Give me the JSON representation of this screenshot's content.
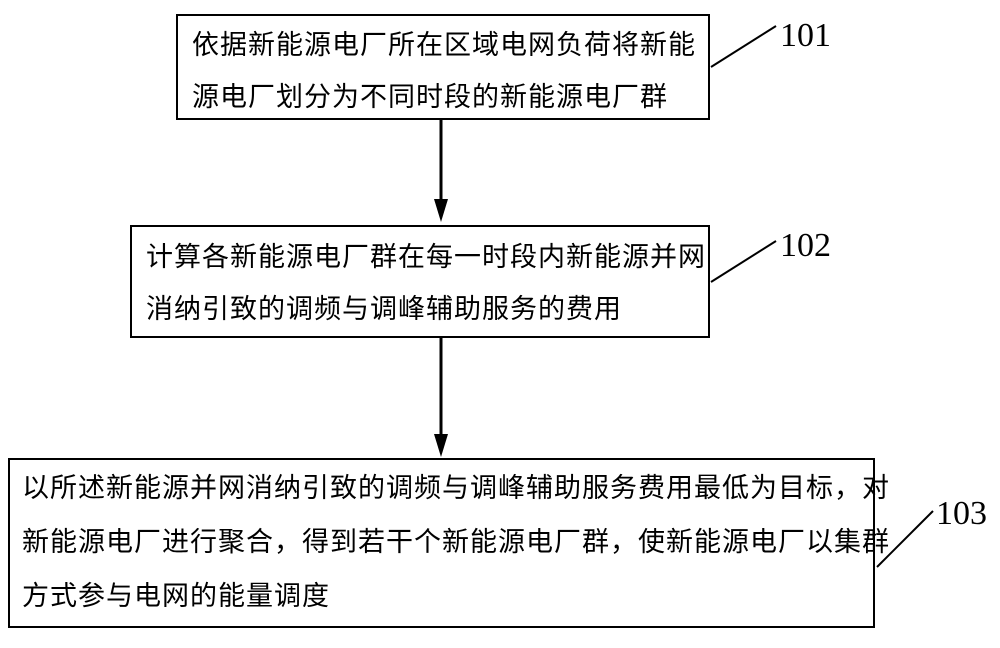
{
  "diagram": {
    "type": "flowchart",
    "background_color": "#ffffff",
    "line_color": "#000000",
    "steps": [
      {
        "id": "101",
        "lines": {
          "0": "依据新能源电厂所在区域电网负荷将新能",
          "1": "源电厂划分为不同时段的新能源电厂群"
        }
      },
      {
        "id": "102",
        "lines": {
          "0": "计算各新能源电厂群在每一时段内新能源并网",
          "1": "消纳引致的调频与调峰辅助服务的费用"
        }
      },
      {
        "id": "103",
        "lines": {
          "0": "以所述新能源并网消纳引致的调频与调峰辅助服务费用最低为目标，对",
          "1": "新能源电厂进行聚合，得到若干个新能源电厂群，使新能源电厂以集群",
          "2": "方式参与电网的能量调度"
        }
      }
    ],
    "connections": [
      {
        "from": "101",
        "to": "102",
        "style": "arrow-down"
      },
      {
        "from": "102",
        "to": "103",
        "style": "arrow-down"
      }
    ]
  }
}
